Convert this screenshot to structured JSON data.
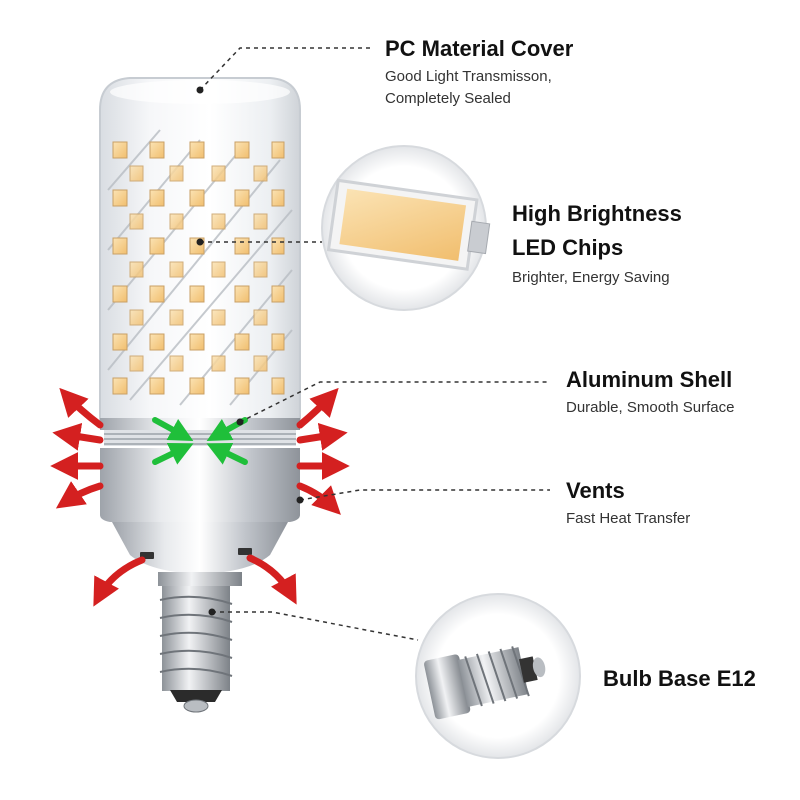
{
  "features": {
    "cover": {
      "title": "PC Material Cover",
      "subtitle_line1": "Good Light Transmisson,",
      "subtitle_line2": "Completely Sealed"
    },
    "chips": {
      "title_line1": "High Brightness",
      "title_line2": "LED Chips",
      "subtitle": "Brighter, Energy Saving"
    },
    "shell": {
      "title": "Aluminum Shell",
      "subtitle": "Durable, Smooth Surface"
    },
    "vents": {
      "title": "Vents",
      "subtitle": "Fast Heat Transfer"
    },
    "base": {
      "title": "Bulb Base E12"
    }
  },
  "colors": {
    "heat_arrow": "#d42020",
    "airflow_arrow": "#1fbf3a",
    "led_chip": "#f3c98a",
    "aluminum": "#c9ccd1"
  }
}
